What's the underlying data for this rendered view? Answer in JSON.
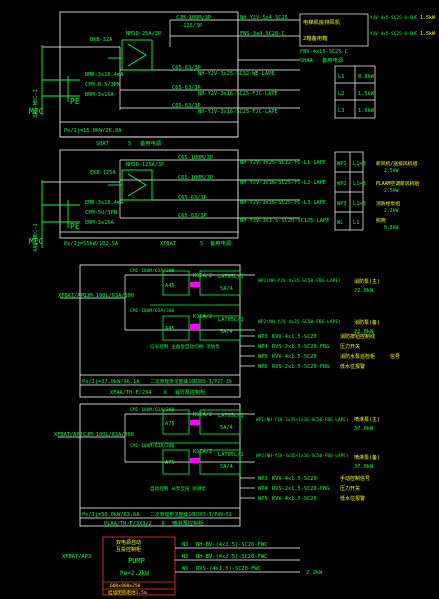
{
  "colors": {
    "background": "#000000",
    "frame": "#ffffff",
    "green": "#00ff3c",
    "yellow": "#ffff00",
    "cyan": "#00ffff",
    "magenta": "#ff00ff",
    "red": "#ff3030",
    "blue": "#3a6bff"
  },
  "panel1": {
    "tag": "3AL-MEC-1",
    "feeder_label": "CJM-100M/3P",
    "feeder_sub": "-125/3P",
    "isolator": "BKB-32A",
    "main_switch": "NM1D-25A/3P",
    "rcd_a": "BMR-3x16,4mA",
    "rcd_b": "CPM-0.5/3PN",
    "rcd_c": "BKM-3x16A",
    "out_1": "C65-63/3P",
    "out_2": "C65-63/3P",
    "out_3": "C65-63/3P",
    "circuit_1": "NH-YJV-3x25-SC32-WE-LAPE",
    "circuit_2": "NH-YJV-3x16-SC25-FJC-LAPE",
    "circuit_3": "NH-YJV-3x16-SC25-FJC-LAPE",
    "top_cable_1": "NH YJV-5x4-SC25",
    "top_cable_2": "FNS-3x4-SC20-C",
    "top_load_1": "1.5kW",
    "top_load_2": "1.5kW",
    "note_1": "电梯机房排风机",
    "note_2": "2箱备用箱",
    "code_1": "YJV-4x5-SC25-U-SHE",
    "code_2": "YJV-4x5-SC25-U-SHE",
    "code_3": "FNV-4x15-SC25-C",
    "box_name": "SHAA",
    "box_text": "备用电源",
    "loads": [
      "L1",
      "L2",
      "L3"
    ],
    "load_vals": [
      "0.8kW",
      "1.5kW",
      "1.0kW"
    ],
    "mec": "MEC",
    "pe": "PE",
    "pe_label": "Pe/Ij=15.0kW/26.8A",
    "footer": "SHAT",
    "footer_num": "5",
    "footer_text": "备用电源"
  },
  "panel2": {
    "tag": "4AL-MEC-1",
    "isolator": "EKB-125A",
    "main_switch": "NM1D-125A/3P",
    "rcd_a": "EMR-3x16,4mA",
    "rcd_b": "CPM-5U/3PN",
    "rcd_c": "EKM-3x16A",
    "out_1": "C65-100M/3P",
    "out_2": "C65-100M/3P",
    "out_3": "C65-63/3P",
    "out_4": "C65-63/3P",
    "circuit_1": "NH-YJV-3x25-SC32-FC-L1-LAPE",
    "circuit_2": "NH-YJV-3x16-SC25-FC-L2-LAPE",
    "circuit_3": "NH-YJV-3x16-SC25-FC-L3-LAPE",
    "circuit_4": "NH-YJV-3x1.5-SC20-SC125-LAPE",
    "rows": [
      {
        "id": "WP1",
        "phase": "L1+3",
        "note": "新风机/送排风机组",
        "load": "2.5kW"
      },
      {
        "id": "WP2",
        "phase": "L1+3",
        "note": "PLAAM空调新风机组",
        "load": "2.5kW"
      },
      {
        "id": "WP3",
        "phase": "L1+3",
        "note": "消防栓泵组",
        "load": "2.2kW"
      },
      {
        "id": "WL",
        "phase": "L1",
        "note": "照明",
        "load": "0.8kW"
      }
    ],
    "mec": "MEC",
    "pe": "PE",
    "pe_label": "Pe/Ij=55kW/102.5A",
    "footer": "XFBAT",
    "footer_num": "5",
    "footer_text": "备用电源"
  },
  "panel3": {
    "tag": "XFBAT/AP1",
    "main": "CJM-100L/63A/300",
    "br_top": "CMI-100M/63A/300",
    "br_bot": "CMI-100M/63A/300",
    "kt_top": "KSCA/2",
    "kt_bot": "KSCA/2",
    "a_top": "A45",
    "a_bot": "A45",
    "km_top": "LAT05L/1",
    "km_bot": "LAT05L/1",
    "km_sub": "5A/4",
    "circuit_1": "WP1(NH-YJV-4x35-SC50-FBG-LAPE)",
    "circuit_2": "WP2(NH-YJV-4x35-SC50-FBG-LAPE)",
    "load_1_name": "消防泵(主)",
    "load_1_val": "22.0kW",
    "load_2_name": "消防泵(备)",
    "load_2_val": "22.0kW",
    "ctl": [
      {
        "id": "WP3",
        "cable": "KVV-4x1.5-SC20",
        "note": "消防按钮控制线"
      },
      {
        "id": "WP4",
        "cable": "RVS-2x1.5-SC20-FBG",
        "note": "压力开关"
      },
      {
        "id": "WP5",
        "cable": "KVV-4x1.5-SC20",
        "note": "消防水泵巡检柜",
        "sub": "信号"
      },
      {
        "id": "WP6",
        "cable": "RVS-2x1.5-SC20-FBG",
        "note": "低水位报警"
      }
    ],
    "panel_note": "信号控制 主备泵自动切换 消防泵",
    "pe_label": "Pe/Ij=37.0kW/96.1A",
    "footer_code": "二次原理参见图集10D303-3/P27-30",
    "footer": "XFAA/TH-F/2X4",
    "footer_num": "Ⅱ",
    "footer_text": "消防泵控制柜"
  },
  "panel4": {
    "tag": "XFBAT/AP2",
    "main": "CJM-100L/63A/300",
    "br_top": "CMI-100M/63A/300",
    "br_bot": "CMI-100M/63A/300",
    "kt_top": "KSCA/2",
    "kt_bot": "KSCA/2",
    "a_top": "A75",
    "a_bot": "A75",
    "km_top": "LAT05L/1",
    "km_bot": "LAT05L/1",
    "km_sub": "5A/4",
    "circuit_1": "WP1(NH-YJV-3x35+1x16-SC50-FBG-LAPE)",
    "circuit_2": "WP2(NH-YJV-3x35+1x16-SC50-FBG-LAPE)",
    "load_1_name": "喷淋泵(主)",
    "load_1_val": "37.0kW",
    "load_2_name": "喷淋泵(备)",
    "load_2_val": "37.0kW",
    "ctl": [
      {
        "id": "WP3",
        "cable": "KVV-4x1.5-SC20",
        "note": "手动控制信号"
      },
      {
        "id": "WP4",
        "cable": "RVS-2x1.5-SC20-FBG",
        "note": "压力开关"
      },
      {
        "id": "WP5",
        "cable": "KVV-4x1.5-SC20",
        "note": "低水位报警"
      }
    ],
    "panel_note": "自动控制 从泵互投 喷淋泵",
    "pe_label": "Pe/Ij=30.0kW/83.6A",
    "footer_code": "二次原理参见图集10D303-3/P49-51",
    "footer": "PLAA/TH-F/3X3/2",
    "footer_num": "Ⅱ",
    "footer_text": "喷淋泵控制柜"
  },
  "panel5": {
    "tag": "XFBAT/AP3",
    "t1": "双电源自动",
    "t2": "互投控制柜",
    "pump": "PUMP",
    "pe": "Pe=2.2kW",
    "size": "600x800x250",
    "note": "挂墙明装距地1.5m",
    "circuits": [
      {
        "id": "N1",
        "cable": "NH-BV-(4x2.5)-SC20-FWC"
      },
      {
        "id": "N2",
        "cable": "NH-BV-(4x2.5)-SC20-FWC"
      },
      {
        "id": "WC",
        "cable": "RVS-(4x1.5)-SC20-FWC"
      }
    ],
    "load": "2.2kW"
  }
}
